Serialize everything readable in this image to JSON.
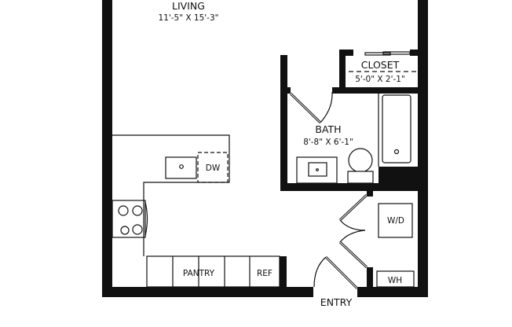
{
  "rooms": {
    "living": {
      "label": "LIVING",
      "dims": "11'-5\" X 15'-3\""
    },
    "closet": {
      "label": "CLOSET",
      "dims": "5'-0\" X 2'-1\""
    },
    "bath": {
      "label": "BATH",
      "dims": "8'-8\" X 6'-1\""
    }
  },
  "fixtures": {
    "dishwasher": "DW",
    "pantry": "PANTRY",
    "refrigerator": "REF",
    "washer_dryer": "W/D",
    "water_heater": "WH"
  },
  "entry_label": "ENTRY",
  "colors": {
    "wall": "#111111",
    "background": "#ffffff"
  }
}
